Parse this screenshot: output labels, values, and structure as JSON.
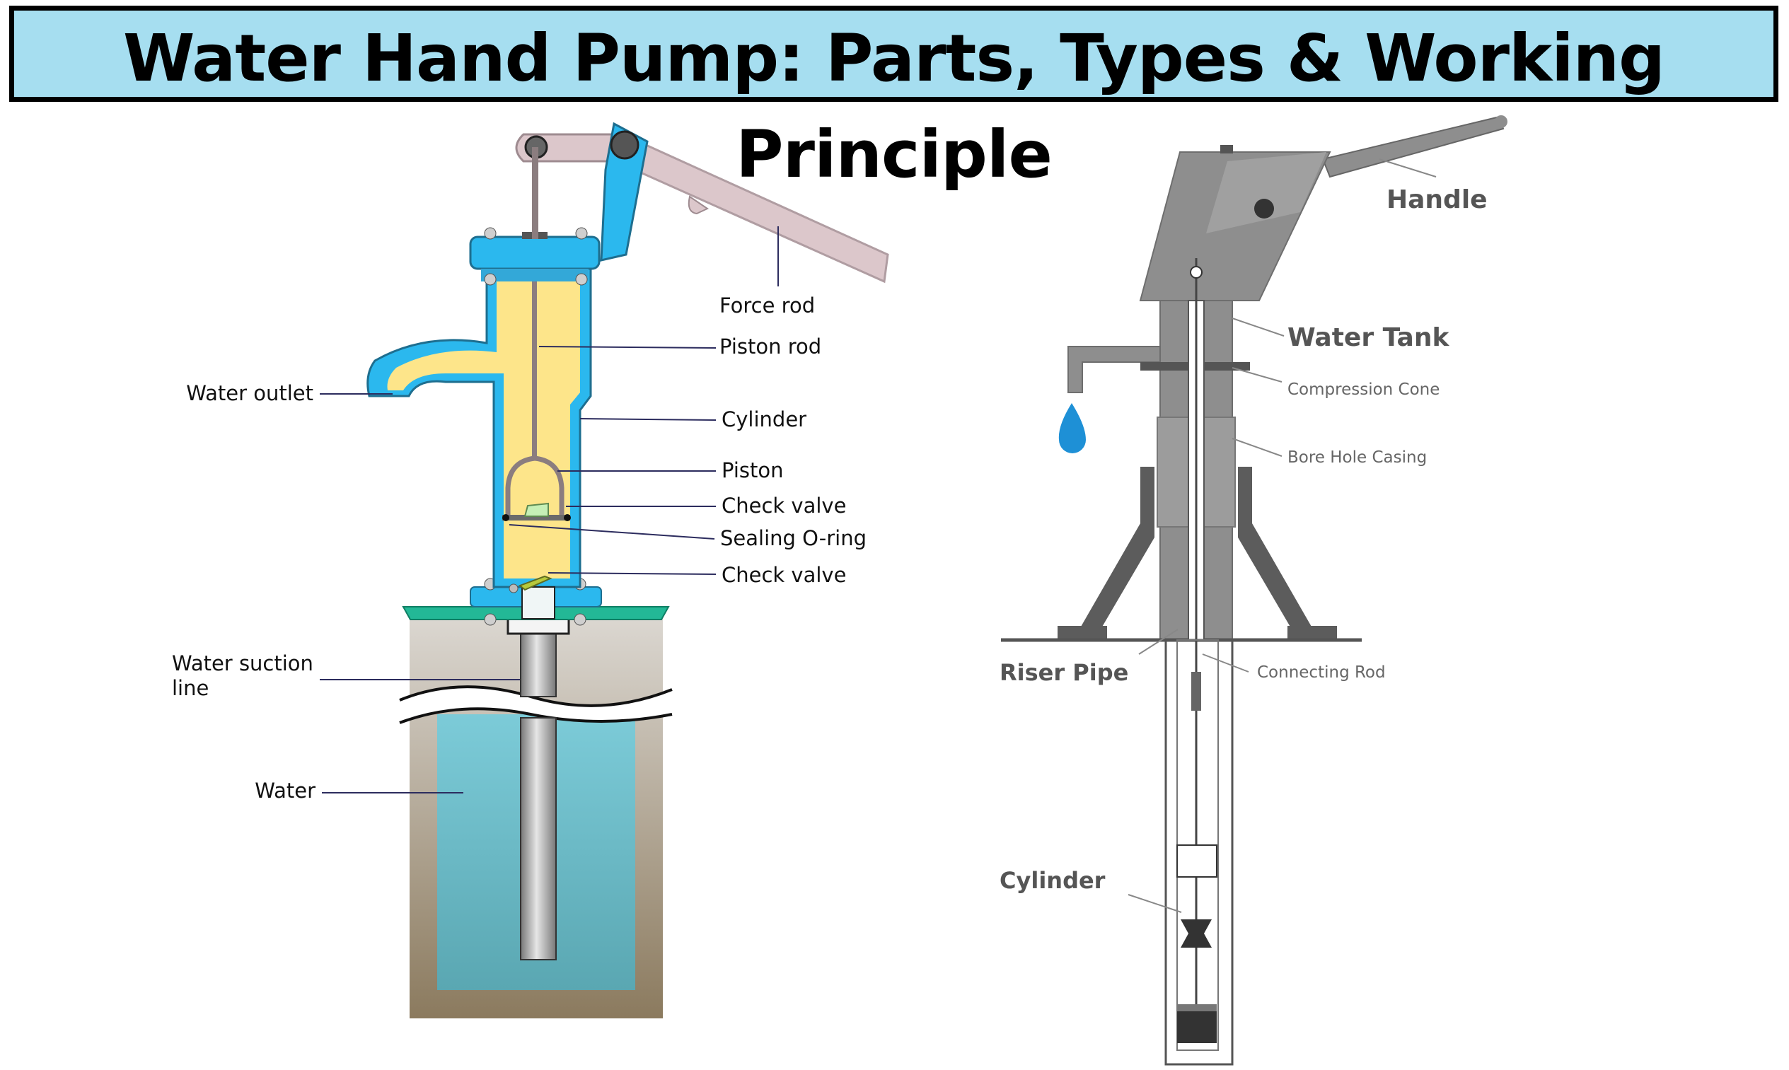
{
  "title": "Water Hand Pump: Parts, Types & Working Principle",
  "left_diagram": {
    "labels": {
      "force_rod": "Force rod",
      "piston_rod": "Piston rod",
      "water_outlet": "Water outlet",
      "cylinder": "Cylinder",
      "piston": "Piston",
      "check_valve_upper": "Check valve",
      "sealing_oring": "Sealing O-ring",
      "check_valve_lower": "Check valve",
      "suction_line_1": "Water suction",
      "suction_line_2": "line",
      "water": "Water"
    }
  },
  "right_diagram": {
    "labels": {
      "handle": "Handle",
      "water_tank": "Water Tank",
      "compression_cone": "Compression Cone",
      "bore_hole_casing": "Bore Hole Casing",
      "riser_pipe": "Riser Pipe",
      "connecting_rod": "Connecting Rod",
      "cylinder": "Cylinder"
    }
  },
  "colors": {
    "banner": "#a6def0",
    "pump_body": "#2bb8ee",
    "chamber": "#fde58a",
    "water": "#6ab8c6",
    "base_plate": "#23b896",
    "handle_left": "#dcc7cb",
    "metal_grey": "#8e8e8e"
  }
}
